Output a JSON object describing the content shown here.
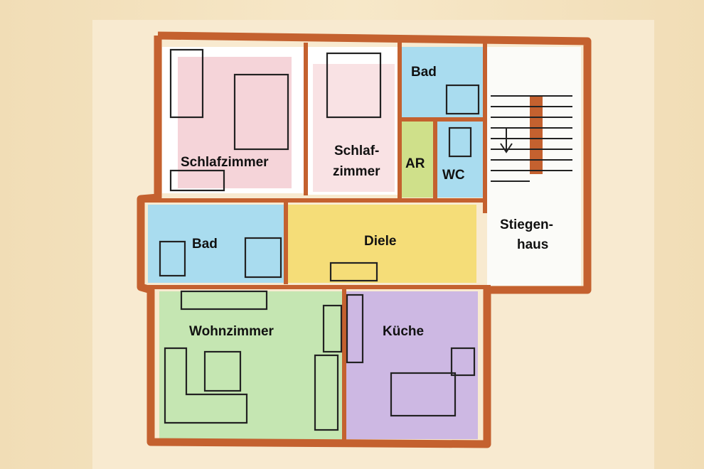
{
  "plan": {
    "rooms": [
      {
        "id": "schlafzimmer-1",
        "label": "Schlafzimmer",
        "color": "#f3c9cf"
      },
      {
        "id": "schlafzimmer-2",
        "label_lines": [
          "Schlaf-",
          "zimmer"
        ],
        "color": "#f6d6d8"
      },
      {
        "id": "bad-oben",
        "label": "Bad",
        "color": "#a9dcef"
      },
      {
        "id": "abstellraum",
        "label": "AR",
        "color": "#cfe08a"
      },
      {
        "id": "wc",
        "label": "WC",
        "color": "#a9dcef"
      },
      {
        "id": "stiegenhaus",
        "label_lines": [
          "Stiegen-",
          "haus"
        ],
        "color": "#fbfbf8"
      },
      {
        "id": "bad-links",
        "label": "Bad",
        "color": "#a9dcef"
      },
      {
        "id": "diele",
        "label": "Diele",
        "color": "#f5dd78"
      },
      {
        "id": "wohnzimmer",
        "label": "Wohnzimmer",
        "color": "#c5e6b2"
      },
      {
        "id": "kueche",
        "label": "Küche",
        "color": "#cdb8e3"
      }
    ],
    "colors": {
      "wall": "#c4612f",
      "paper": "#f8ead0",
      "background": "#f1ddb6"
    }
  }
}
